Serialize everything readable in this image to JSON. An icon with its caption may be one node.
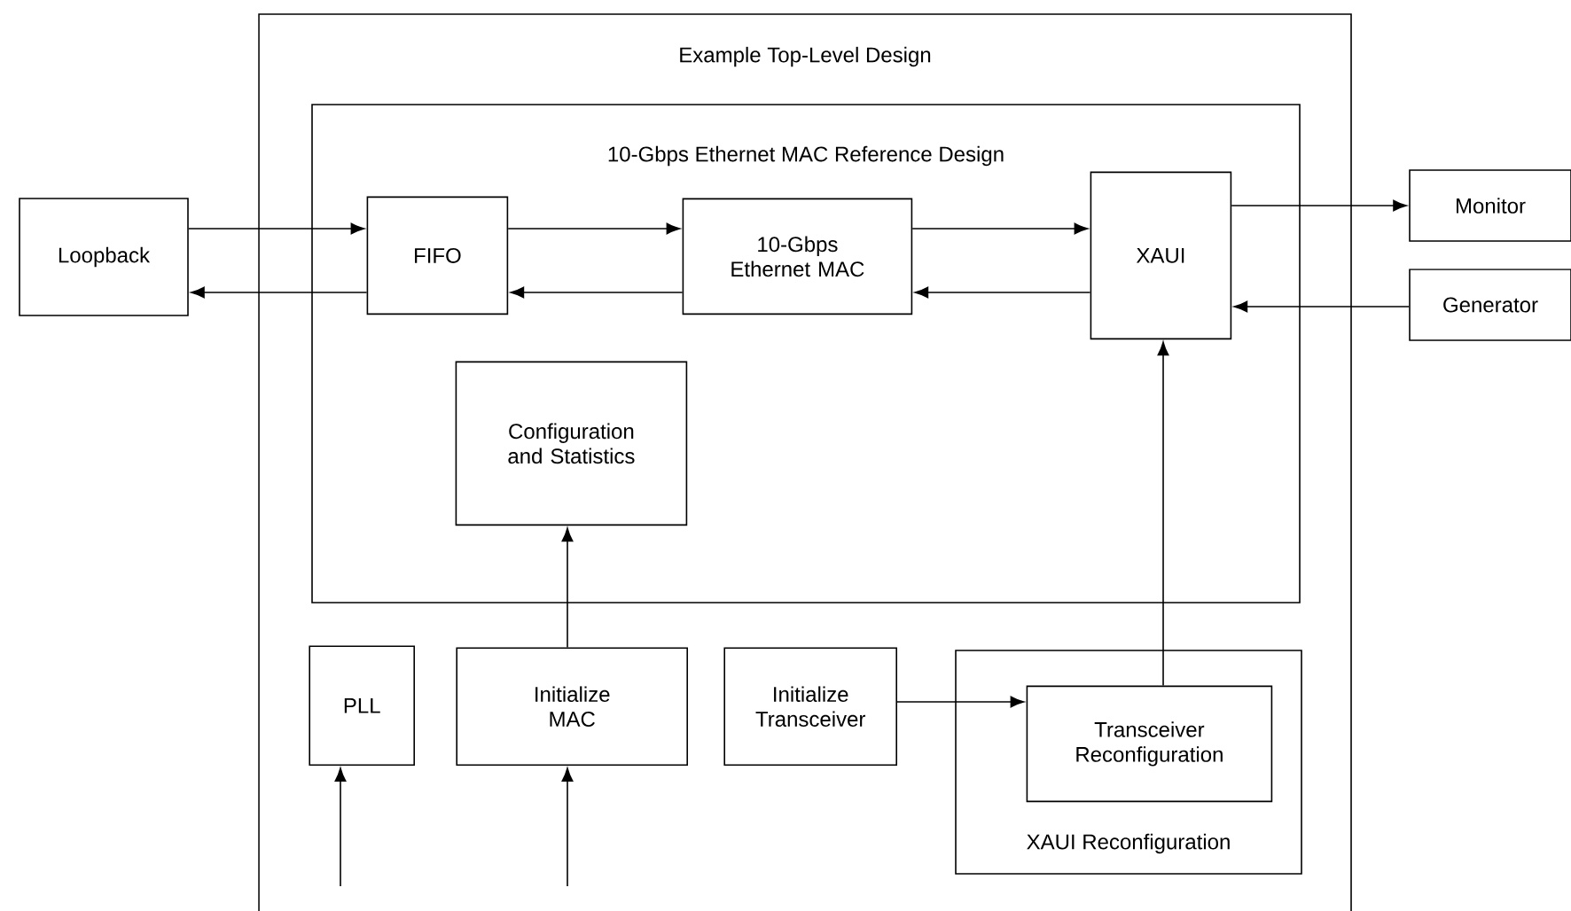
{
  "diagram": {
    "nodes": [
      {
        "text": [
          "Example Top-Level Design"
        ]
      },
      {
        "text": [
          "10-Gbps Ethernet MAC Reference Design"
        ],
        "in": 0
      },
      {
        "text": [
          "Loopback"
        ]
      },
      {
        "text": [
          "FIFO"
        ],
        "in": 1
      },
      {
        "text": [
          "10-Gbps Ethernet MAC"
        ],
        "in": 1
      },
      {
        "text": [
          "XAUI"
        ],
        "in": 1
      },
      {
        "text": [
          "Monitor"
        ]
      },
      {
        "text": [
          "Generator"
        ]
      },
      {
        "text": [
          "Configuration and Statistics"
        ],
        "in": 1
      },
      {
        "text": [
          "PLL"
        ],
        "in": 0
      },
      {
        "text": [
          "Initialize MAC"
        ],
        "in": 0
      },
      {
        "text": [
          "Initialize Transceiver"
        ],
        "in": 0
      },
      {
        "text": [
          "XAUI Reconfiguration"
        ],
        "in": 0
      },
      {
        "text": [
          "Transceiver Reconfiguration"
        ],
        "in": 12
      }
    ],
    "edges": [
      {
        "from": 2,
        "to": 3,
        "arrow": "to"
      },
      {
        "from": 3,
        "to": 2,
        "arrow": "to"
      },
      {
        "from": 3,
        "to": 4,
        "arrow": "to"
      },
      {
        "from": 4,
        "to": 3,
        "arrow": "to"
      },
      {
        "from": 4,
        "to": 5,
        "arrow": "to"
      },
      {
        "from": 5,
        "to": 4,
        "arrow": "to"
      },
      {
        "from": 5,
        "to": 6,
        "arrow": "to"
      },
      {
        "from": 7,
        "to": 5,
        "arrow": "to"
      },
      {
        "from": 10,
        "to": 8,
        "arrow": "to"
      },
      {
        "from": 11,
        "to": 13,
        "arrow": "to"
      },
      {
        "from": 13,
        "to": 5,
        "arrow": "to"
      },
      {
        "from": null,
        "to": 9,
        "arrow": "to"
      },
      {
        "from": null,
        "to": 10,
        "arrow": "to"
      }
    ]
  }
}
